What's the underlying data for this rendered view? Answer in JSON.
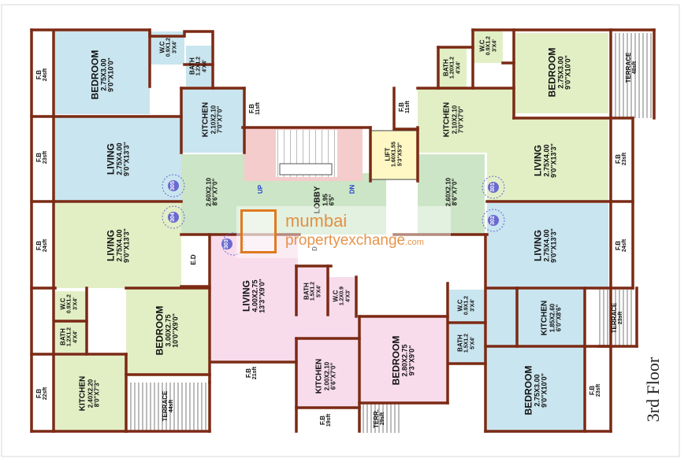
{
  "floor_label": "3rd Floor",
  "watermark": {
    "line1": "mumbai",
    "line2": "propertyexchange",
    "suffix": ".com"
  },
  "stair": {
    "up": "UP",
    "down": "DN"
  },
  "flat_tags": [
    "305",
    "304",
    "303",
    "301",
    "302"
  ],
  "rooms": [
    {
      "id": "fb-24-tl",
      "name": "F.B",
      "size": "24sft",
      "dims": ""
    },
    {
      "id": "bedroom-tl",
      "name": "BEDROOM",
      "size": "2.75X3.00",
      "dims": "9'0\"X10'0\""
    },
    {
      "id": "wc-tl",
      "name": "W.C",
      "size": "0.9X1.2",
      "dims": "3'X4'"
    },
    {
      "id": "bath-tl",
      "name": "BATH",
      "size": "1.2X1.2",
      "dims": "4'X4'"
    },
    {
      "id": "kitchen-tl",
      "name": "KITCHEN",
      "size": "2.10X2.10",
      "dims": "7'0\"X7'0\""
    },
    {
      "id": "fb-11-l",
      "name": "F.B",
      "size": "11sft",
      "dims": ""
    },
    {
      "id": "fb-23-l",
      "name": "F.B",
      "size": "23sft",
      "dims": ""
    },
    {
      "id": "living-tl",
      "name": "LIVING",
      "size": "2.75X4.00",
      "dims": "9'0\"X13'3\""
    },
    {
      "id": "passage-l",
      "name": "",
      "size": "2.60X2.10",
      "dims": "8'6\"X7'0\""
    },
    {
      "id": "lobby",
      "name": "LOBBY",
      "size": "1.95",
      "dims": "6'5\""
    },
    {
      "id": "lift",
      "name": "LIFT",
      "size": "1.60X1.55",
      "dims": "5'3\"X5'3\""
    },
    {
      "id": "fb-24-ml",
      "name": "F.B",
      "size": "24sft",
      "dims": ""
    },
    {
      "id": "living-ml",
      "name": "LIVING",
      "size": "2.75X4.00",
      "dims": "9'0\"X13'3\""
    },
    {
      "id": "ed",
      "name": "E.D",
      "size": "",
      "dims": ""
    },
    {
      "id": "dn-room",
      "name": "D",
      "size": "",
      "dims": ""
    },
    {
      "id": "wc-bl",
      "name": "W.C",
      "size": "0.9X1.2",
      "dims": "3'X4'"
    },
    {
      "id": "bath-bl",
      "name": "BATH",
      "size": "1.2X1.2",
      "dims": "4'X4'"
    },
    {
      "id": "bedroom-bl",
      "name": "BEDROOM",
      "size": "3.00X2.75",
      "dims": "10'0\"X9'0\""
    },
    {
      "id": "fb-22-bl",
      "name": "F.B",
      "size": "22sft",
      "dims": ""
    },
    {
      "id": "kitchen-bl",
      "name": "KITCHEN",
      "size": "2.40X2.20",
      "dims": "8'0\"X7'3\""
    },
    {
      "id": "terrace-bl",
      "name": "TERRACE",
      "size": "44sft",
      "dims": ""
    },
    {
      "id": "fb-21-bc",
      "name": "F.B",
      "size": "21sft",
      "dims": ""
    },
    {
      "id": "living-bc",
      "name": "LIVING",
      "size": "4.00X2.75",
      "dims": "13'3\"X9'0\""
    },
    {
      "id": "bath-bc",
      "name": "BATH",
      "size": "1.5X1.2",
      "dims": "5'X4'"
    },
    {
      "id": "wc-bc",
      "name": "W.C",
      "size": "1.2X0.9",
      "dims": "4'X3'"
    },
    {
      "id": "kitchen-bc",
      "name": "KITCHEN",
      "size": "2.00X2.10",
      "dims": "6'6\"X7'0\""
    },
    {
      "id": "fb-19-bc",
      "name": "F.B",
      "size": "19sft",
      "dims": ""
    },
    {
      "id": "terrace-bc",
      "name": "TERR.",
      "size": "29sft",
      "dims": ""
    },
    {
      "id": "bedroom-bc",
      "name": "BEDROOM",
      "size": "2.80X2.75",
      "dims": "9'3\"X9'0\""
    },
    {
      "id": "bath-tr",
      "name": "BATH",
      "size": "1.20X1.2",
      "dims": "4'X4'"
    },
    {
      "id": "wc-tr",
      "name": "W.C",
      "size": "0.9X1.2",
      "dims": "3'X4'"
    },
    {
      "id": "bedroom-tr",
      "name": "BEDROOM",
      "size": "2.75X3.00",
      "dims": "9'0\"X10'0\""
    },
    {
      "id": "terrace-tr",
      "name": "TERRACE",
      "size": "48sft",
      "dims": ""
    },
    {
      "id": "fb-11-r",
      "name": "F.B",
      "size": "11sft",
      "dims": ""
    },
    {
      "id": "kitchen-tr",
      "name": "KITCHEN",
      "size": "2.10X2.10",
      "dims": "7'0\"X7'0\""
    },
    {
      "id": "living-tr",
      "name": "LIVING",
      "size": "2.75X4.00",
      "dims": "9'0\"X13'3\""
    },
    {
      "id": "fb-23-r",
      "name": "F.B",
      "size": "23sft",
      "dims": ""
    },
    {
      "id": "passage-r",
      "name": "",
      "size": "2.60X2.10",
      "dims": "8'6\"X7'0\""
    },
    {
      "id": "living-mr",
      "name": "LIVING",
      "size": "2.75X4.00",
      "dims": "9'0\"X13'3\""
    },
    {
      "id": "fb-24-mr",
      "name": "F.B",
      "size": "24sft",
      "dims": ""
    },
    {
      "id": "wc-br",
      "name": "W.C",
      "size": "0.9X1.2",
      "dims": "3'X4'"
    },
    {
      "id": "kitchen-br",
      "name": "KITCHEN",
      "size": "1.85X2.60",
      "dims": "6'0\"X8'6\""
    },
    {
      "id": "terrace-br",
      "name": "TERRACE",
      "size": "23sft",
      "dims": ""
    },
    {
      "id": "bath-br",
      "name": "BATH",
      "size": "1.5X1.2",
      "dims": "5'X4'"
    },
    {
      "id": "bedroom-br",
      "name": "BEDROOM",
      "size": "2.75X3.00",
      "dims": "9'0\"X10'0\""
    },
    {
      "id": "fb-23-br",
      "name": "F.B",
      "size": "23sft",
      "dims": ""
    }
  ]
}
